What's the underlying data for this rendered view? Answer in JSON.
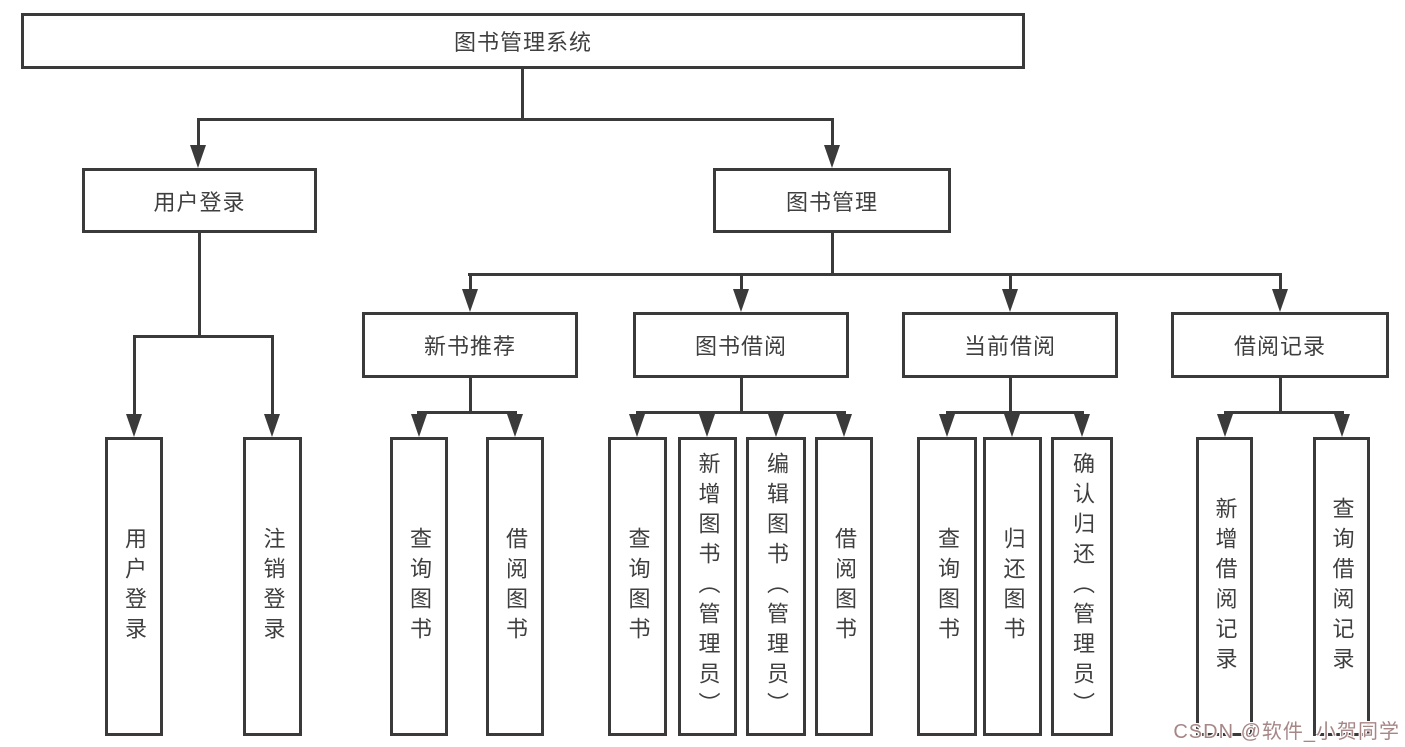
{
  "title": "图书管理系统",
  "level2": [
    {
      "label": "用户登录"
    },
    {
      "label": "图书管理"
    }
  ],
  "level3": [
    {
      "label": "新书推荐",
      "parent": "图书管理"
    },
    {
      "label": "图书借阅",
      "parent": "图书管理"
    },
    {
      "label": "当前借阅",
      "parent": "图书管理"
    },
    {
      "label": "借阅记录",
      "parent": "图书管理"
    }
  ],
  "leaves": [
    {
      "label": "用户登录",
      "parent": "用户登录"
    },
    {
      "label": "注销登录",
      "parent": "用户登录"
    },
    {
      "label": "查询图书",
      "parent": "新书推荐"
    },
    {
      "label": "借阅图书",
      "parent": "新书推荐"
    },
    {
      "label": "查询图书",
      "parent": "图书借阅"
    },
    {
      "label": "新增图书（管理员）",
      "parent": "图书借阅"
    },
    {
      "label": "编辑图书（管理员）",
      "parent": "图书借阅"
    },
    {
      "label": "借阅图书",
      "parent": "图书借阅"
    },
    {
      "label": "查询图书",
      "parent": "当前借阅"
    },
    {
      "label": "归还图书",
      "parent": "当前借阅"
    },
    {
      "label": "确认归还（管理员）",
      "parent": "当前借阅"
    },
    {
      "label": "新增借阅记录",
      "parent": "借阅记录"
    },
    {
      "label": "查询借阅记录",
      "parent": "借阅记录"
    }
  ],
  "watermark": "CSDN @软件_小贺同学",
  "colors": {
    "line": "#3a3a3a",
    "text": "#3f3f3f",
    "watermark": "#a78686",
    "background": "#ffffff"
  }
}
